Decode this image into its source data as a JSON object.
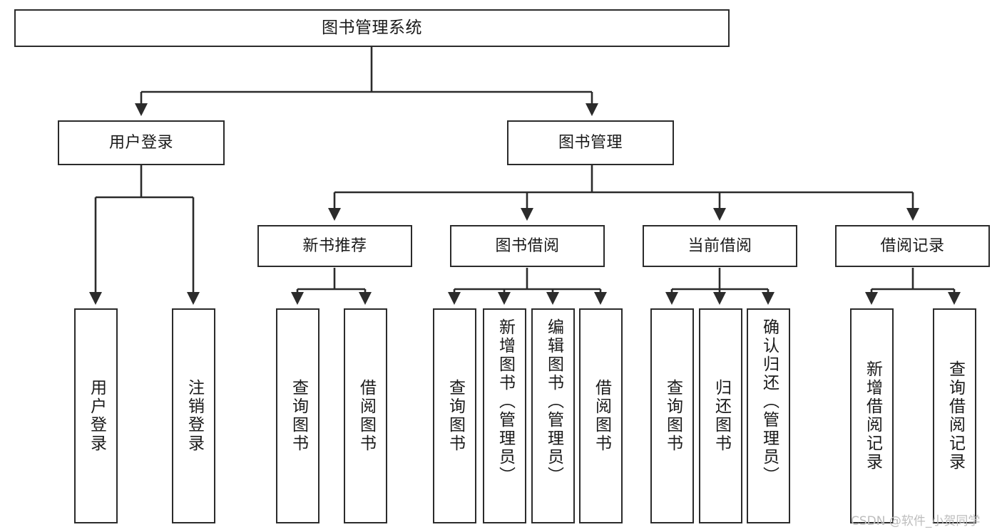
{
  "diagram": {
    "title": "图书管理系统",
    "type": "tree",
    "colors": {
      "stroke": "#2b2b2b",
      "fill": "#ffffff",
      "text": "#1a1a1a",
      "watermark": "#bdbdbd"
    },
    "root": {
      "label": "图书管理系统"
    },
    "level2": [
      {
        "label": "用户登录"
      },
      {
        "label": "图书管理"
      }
    ],
    "level3": [
      {
        "label": "新书推荐"
      },
      {
        "label": "图书借阅"
      },
      {
        "label": "当前借阅"
      },
      {
        "label": "借阅记录"
      }
    ],
    "leaves": {
      "user_login": [
        {
          "label": "用户登录"
        },
        {
          "label": "注销登录"
        }
      ],
      "new_book": [
        {
          "label": "查询图书"
        },
        {
          "label": "借阅图书"
        }
      ],
      "book_borrow": [
        {
          "label": "查询图书"
        },
        {
          "label": "新增图书（管理员）"
        },
        {
          "label": "编辑图书（管理员）"
        },
        {
          "label": "借阅图书"
        }
      ],
      "current_borrow": [
        {
          "label": "查询图书"
        },
        {
          "label": "归还图书"
        },
        {
          "label": "确认归还（管理员）"
        }
      ],
      "borrow_record": [
        {
          "label": "新增借阅记录"
        },
        {
          "label": "查询借阅记录"
        }
      ]
    }
  },
  "watermark": {
    "text": "CSDN @软件_小贺同学"
  }
}
